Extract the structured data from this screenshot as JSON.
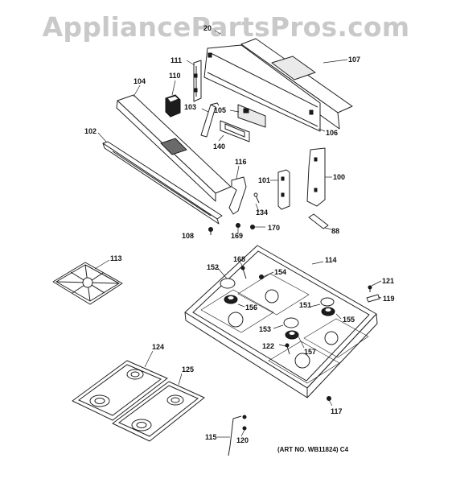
{
  "watermark": "AppliancePartsPros.com",
  "art_number": "(ART NO. WB11824) C4",
  "callouts": {
    "c20": "20",
    "c107": "107",
    "c111": "111",
    "c110": "110",
    "c104": "104",
    "c103": "103",
    "c105": "105",
    "c106": "106",
    "c102": "102",
    "c140": "140",
    "c116": "116",
    "c101": "101",
    "c100": "100",
    "c134": "134",
    "c108": "108",
    "c169": "169",
    "c170": "170",
    "c88": "88",
    "c113": "113",
    "c168": "168",
    "c114": "114",
    "c152": "152",
    "c154": "154",
    "c121": "121",
    "c156": "156",
    "c151": "151",
    "c119": "119",
    "c155": "155",
    "c153": "153",
    "c122": "122",
    "c157": "157",
    "c124": "124",
    "c125": "125",
    "c117": "117",
    "c115": "115",
    "c120": "120"
  }
}
